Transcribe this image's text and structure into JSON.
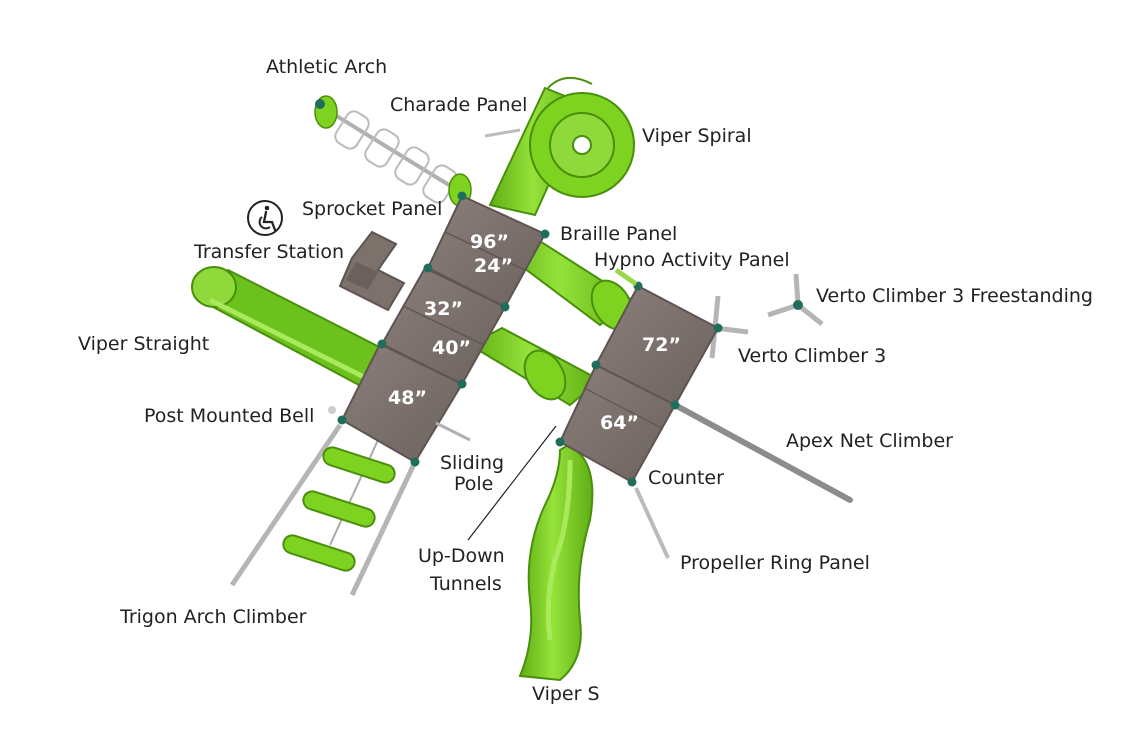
{
  "labels": {
    "athletic_arch": "Athletic Arch",
    "charade_panel": "Charade Panel",
    "viper_spiral": "Viper Spiral",
    "sprocket_panel": "Sprocket Panel",
    "braille_panel": "Braille Panel",
    "transfer_station": "Transfer Station",
    "hypno_activity_panel": "Hypno Activity Panel",
    "verto_climber_3_freestanding": "Verto Climber 3 Freestanding",
    "viper_straight": "Viper Straight",
    "verto_climber_3": "Verto Climber 3",
    "post_mounted_bell": "Post Mounted Bell",
    "apex_net_climber": "Apex Net Climber",
    "sliding_pole_line1": "Sliding",
    "sliding_pole_line2": "Pole",
    "counter": "Counter",
    "up_down_tunnels_line1": "Up-Down",
    "up_down_tunnels_line2": "Tunnels",
    "propeller_ring_panel": "Propeller Ring Panel",
    "trigon_arch_climber": "Trigon Arch Climber",
    "viper_s": "Viper S"
  },
  "deck_heights": {
    "h96": "96”",
    "h24": "24”",
    "h32": "32”",
    "h40": "40”",
    "h48": "48”",
    "h72": "72”",
    "h64": "64”"
  },
  "colors": {
    "slide_green": "#7ed321",
    "slide_dark": "#4a8f0c",
    "deck": "#7d716c",
    "deck_dark": "#5e5451",
    "post": "#1f6e5c",
    "metal": "#b9b9b9"
  },
  "icons": {
    "accessibility": "wheelchair-icon"
  }
}
